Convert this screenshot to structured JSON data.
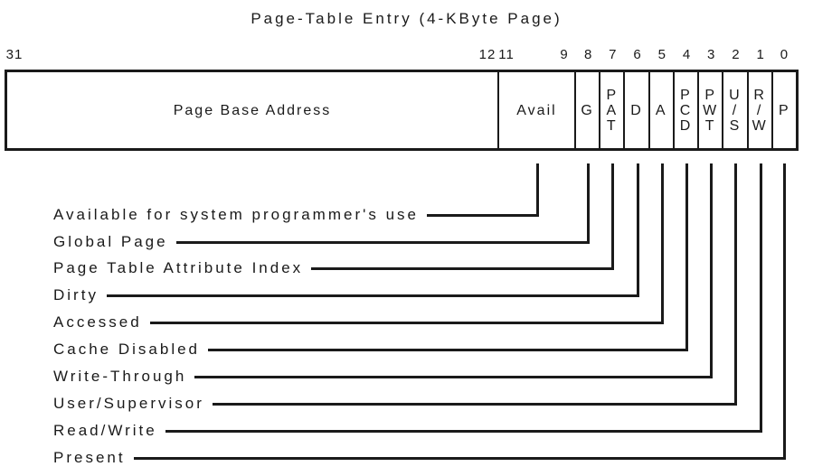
{
  "title": "Page-Table Entry (4-KByte Page)",
  "colors": {
    "ink": "#1a1a1a",
    "background": "#ffffff"
  },
  "fields": [
    {
      "id": "pba",
      "label": "Page Base Address"
    },
    {
      "id": "avail",
      "label": "Avail"
    },
    {
      "id": "g",
      "label": "G"
    },
    {
      "id": "pat",
      "label": "P\nA\nT"
    },
    {
      "id": "d",
      "label": "D"
    },
    {
      "id": "a",
      "label": "A"
    },
    {
      "id": "pcd",
      "label": "P\nC\nD"
    },
    {
      "id": "pwt",
      "label": "P\nW\nT"
    },
    {
      "id": "us",
      "label": "U\n/\nS"
    },
    {
      "id": "rw",
      "label": "R\n/\nW"
    },
    {
      "id": "p",
      "label": "P"
    }
  ],
  "bit_numbers": [
    {
      "text": "31",
      "field": "pba",
      "anchor": "left"
    },
    {
      "text": "12",
      "field": "pba",
      "anchor": "right"
    },
    {
      "text": "11",
      "field": "avail",
      "anchor": "left"
    },
    {
      "text": "9",
      "field": "avail",
      "anchor": "right"
    },
    {
      "text": "8",
      "field": "g",
      "anchor": "center"
    },
    {
      "text": "7",
      "field": "pat",
      "anchor": "center"
    },
    {
      "text": "6",
      "field": "d",
      "anchor": "center"
    },
    {
      "text": "5",
      "field": "a",
      "anchor": "center"
    },
    {
      "text": "4",
      "field": "pcd",
      "anchor": "center"
    },
    {
      "text": "3",
      "field": "pwt",
      "anchor": "center"
    },
    {
      "text": "2",
      "field": "us",
      "anchor": "center"
    },
    {
      "text": "1",
      "field": "rw",
      "anchor": "center"
    },
    {
      "text": "0",
      "field": "p",
      "anchor": "center"
    }
  ],
  "legend": [
    {
      "text": "Available for system programmer's use",
      "field": "avail"
    },
    {
      "text": "Global Page",
      "field": "g"
    },
    {
      "text": "Page Table Attribute Index",
      "field": "pat"
    },
    {
      "text": "Dirty",
      "field": "d"
    },
    {
      "text": "Accessed",
      "field": "a"
    },
    {
      "text": "Cache Disabled",
      "field": "pcd"
    },
    {
      "text": "Write-Through",
      "field": "pwt"
    },
    {
      "text": "User/Supervisor",
      "field": "us"
    },
    {
      "text": "Read/Write",
      "field": "rw"
    },
    {
      "text": "Present",
      "field": "p"
    }
  ]
}
